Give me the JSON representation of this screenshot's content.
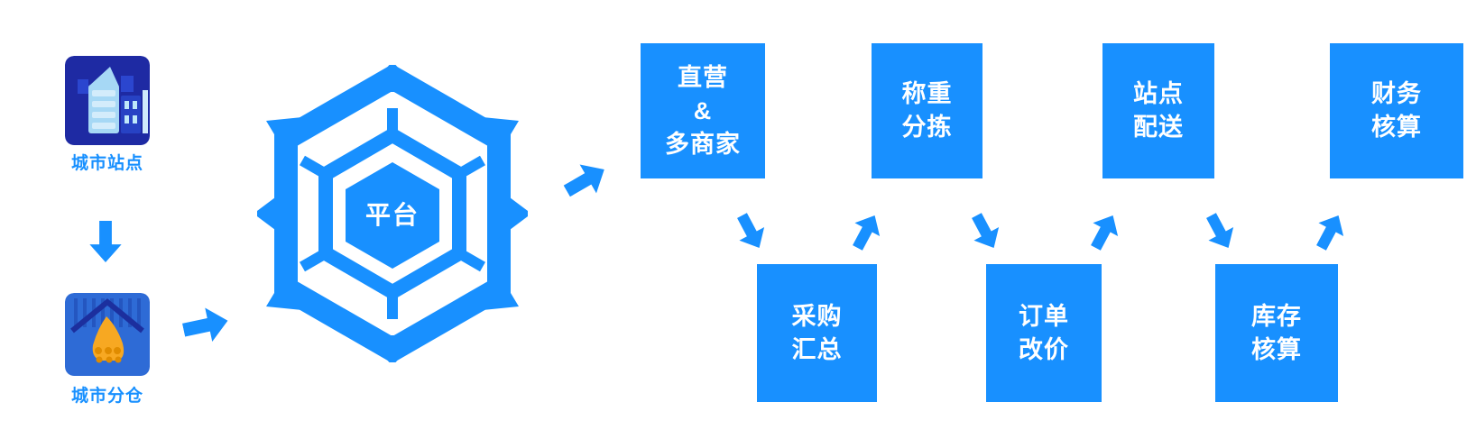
{
  "colors": {
    "primary_blue": "#1890ff",
    "box_text": "#ffffff",
    "site_icon_bg": "#1e2aa3",
    "warehouse_icon_bg": "#2e6bd6",
    "warehouse_goods_orange": "#f7a822",
    "building_light_blue": "#a6d8f5"
  },
  "sources": {
    "site_label": "城市站点",
    "warehouse_label": "城市分仓"
  },
  "platform": {
    "label": "平台"
  },
  "modules": {
    "top": [
      {
        "label": "直营\n&\n多商家"
      },
      {
        "label": "称重\n分拣"
      },
      {
        "label": "站点\n配送"
      },
      {
        "label": "财务\n核算"
      }
    ],
    "bottom": [
      {
        "label": "采购\n汇总"
      },
      {
        "label": "订单\n改价"
      },
      {
        "label": "库存\n核算"
      }
    ]
  },
  "icons": {
    "site": "city-buildings-icon",
    "warehouse": "warehouse-goods-icon",
    "platform": "hexagon-network-emblem",
    "flow": "fat-arrow-icon"
  }
}
